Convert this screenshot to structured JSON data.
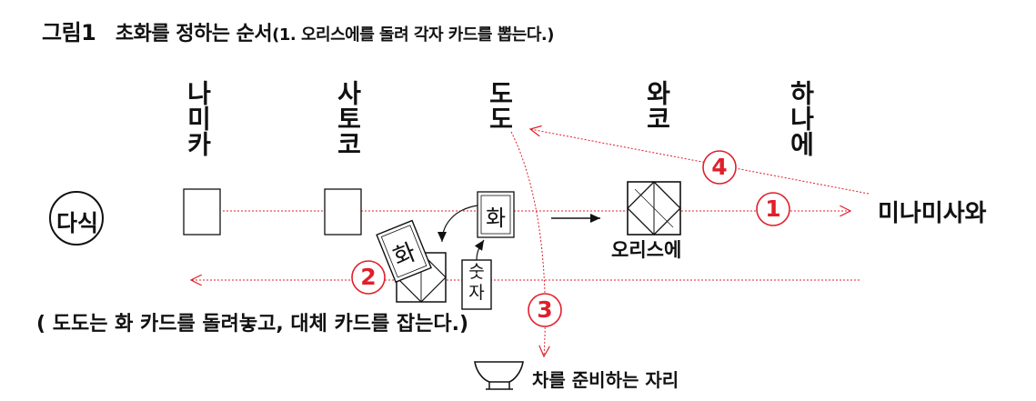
{
  "title": {
    "main": "그림1",
    "text": "초화를 정하는 순서",
    "paren": "(1. 오리스에를 돌려 각자 카드를 뽑는다.)"
  },
  "players": {
    "namika": "나미카",
    "satoko": "사토코",
    "dodo": "도도",
    "wako": "와코",
    "hanae": "하나에"
  },
  "left_badge": "다식",
  "right_label": "미나미사와",
  "oriseu_label": "오리스에",
  "card_hwa_top": "화",
  "card_hwa_tilted": "화",
  "card_number": {
    "top": "숫",
    "bottom": "자"
  },
  "steps": [
    "1",
    "2",
    "3",
    "4"
  ],
  "caption": "( 도도는 화 카드를 돌려놓고, 대체 카드를 잡는다.)",
  "seat_label": "차를 준비하는 자리",
  "colors": {
    "accent": "#e0202a",
    "line": "#111111"
  }
}
